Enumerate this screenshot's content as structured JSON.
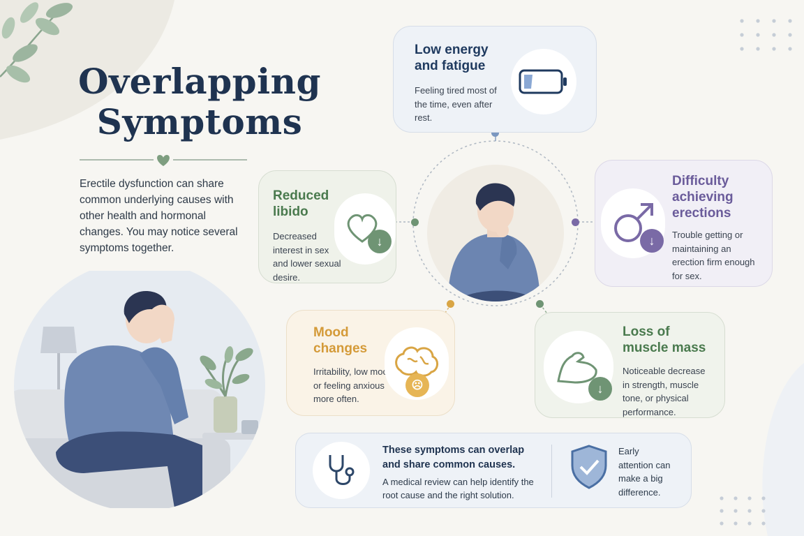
{
  "title": {
    "line1": "Overlapping",
    "line2": "Symptoms"
  },
  "intro": "Erectile dysfunction can share common underlying causes with other health and hormonal changes. You may notice several symptoms together.",
  "cards": {
    "energy": {
      "title": "Low energy and fatigue",
      "desc": "Feeling tired most of the time, even after rest.",
      "icon": "battery-low-icon",
      "color": "#1f3a5f"
    },
    "libido": {
      "title": "Reduced libido",
      "desc": "Decreased interest in sex and lower sexual desire.",
      "icon": "heart-down-icon",
      "color": "#4a7a4e"
    },
    "erections": {
      "title": "Difficulty achieving erections",
      "desc": "Trouble getting or maintaining an erection firm enough for sex.",
      "icon": "male-symbol-icon",
      "color": "#6a5b9a"
    },
    "mood": {
      "title": "Mood changes",
      "desc": "Irritability, low mood, or feeling anxious more often.",
      "icon": "brain-sad-icon",
      "color": "#d49a38"
    },
    "muscle": {
      "title": "Loss of muscle mass",
      "desc": "Noticeable decrease in strength, muscle tone, or physical performance.",
      "icon": "flexed-arm-icon",
      "color": "#4a7a4e"
    }
  },
  "footer": {
    "heading": "These symptoms can overlap and share common causes.",
    "body": "A medical review can help identify the root cause and the right solution.",
    "side": "Early attention can make a big difference.",
    "icon_left": "stethoscope-icon",
    "icon_right": "shield-check-icon"
  }
}
